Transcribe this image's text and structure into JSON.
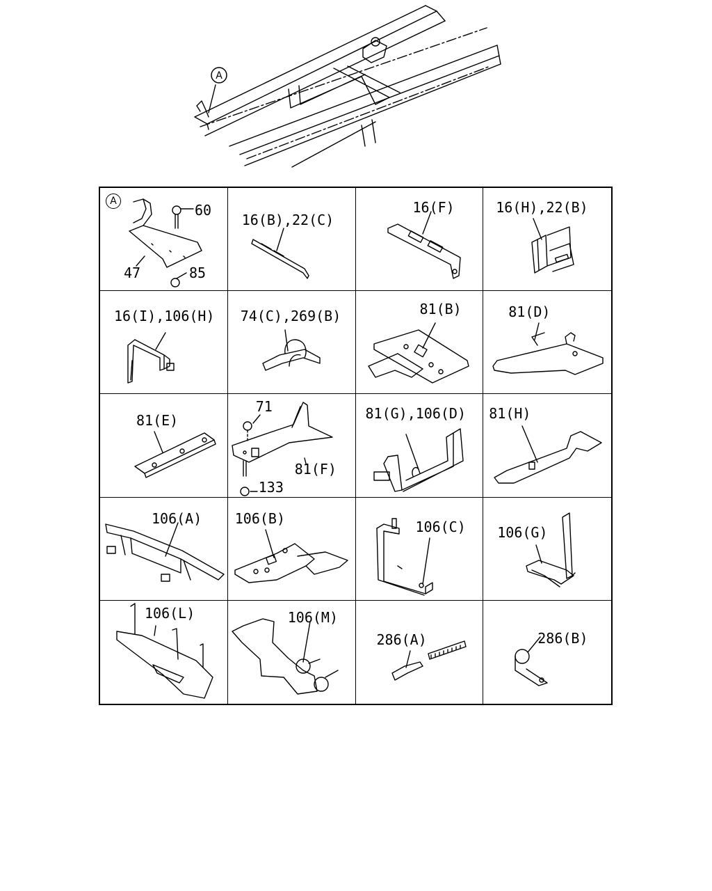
{
  "frame": {
    "callout": "A"
  },
  "cells": [
    {
      "id": "a",
      "marker": "A",
      "labels": [
        "60",
        "47",
        "85"
      ]
    },
    {
      "id": "b",
      "labels": [
        "16(B),22(C)"
      ]
    },
    {
      "id": "c",
      "labels": [
        "16(F)"
      ]
    },
    {
      "id": "d",
      "labels": [
        "16(H),22(B)"
      ]
    },
    {
      "id": "e",
      "labels": [
        "16(I),106(H)"
      ]
    },
    {
      "id": "f",
      "labels": [
        "74(C),269(B)"
      ]
    },
    {
      "id": "g",
      "labels": [
        "81(B)"
      ]
    },
    {
      "id": "h",
      "labels": [
        "81(D)"
      ]
    },
    {
      "id": "i",
      "labels": [
        "81(E)"
      ]
    },
    {
      "id": "j",
      "labels": [
        "71",
        "81(F)",
        "133"
      ]
    },
    {
      "id": "k",
      "labels": [
        "81(G),106(D)"
      ]
    },
    {
      "id": "l",
      "labels": [
        "81(H)"
      ]
    },
    {
      "id": "m",
      "labels": [
        "106(A)"
      ]
    },
    {
      "id": "n",
      "labels": [
        "106(B)"
      ]
    },
    {
      "id": "o",
      "labels": [
        "106(C)"
      ]
    },
    {
      "id": "p",
      "labels": [
        "106(G)"
      ]
    },
    {
      "id": "q",
      "labels": [
        "106(L)"
      ]
    },
    {
      "id": "r",
      "labels": [
        "106(M)"
      ]
    },
    {
      "id": "s",
      "labels": [
        "286(A)"
      ]
    },
    {
      "id": "t",
      "labels": [
        "286(B)"
      ]
    }
  ]
}
